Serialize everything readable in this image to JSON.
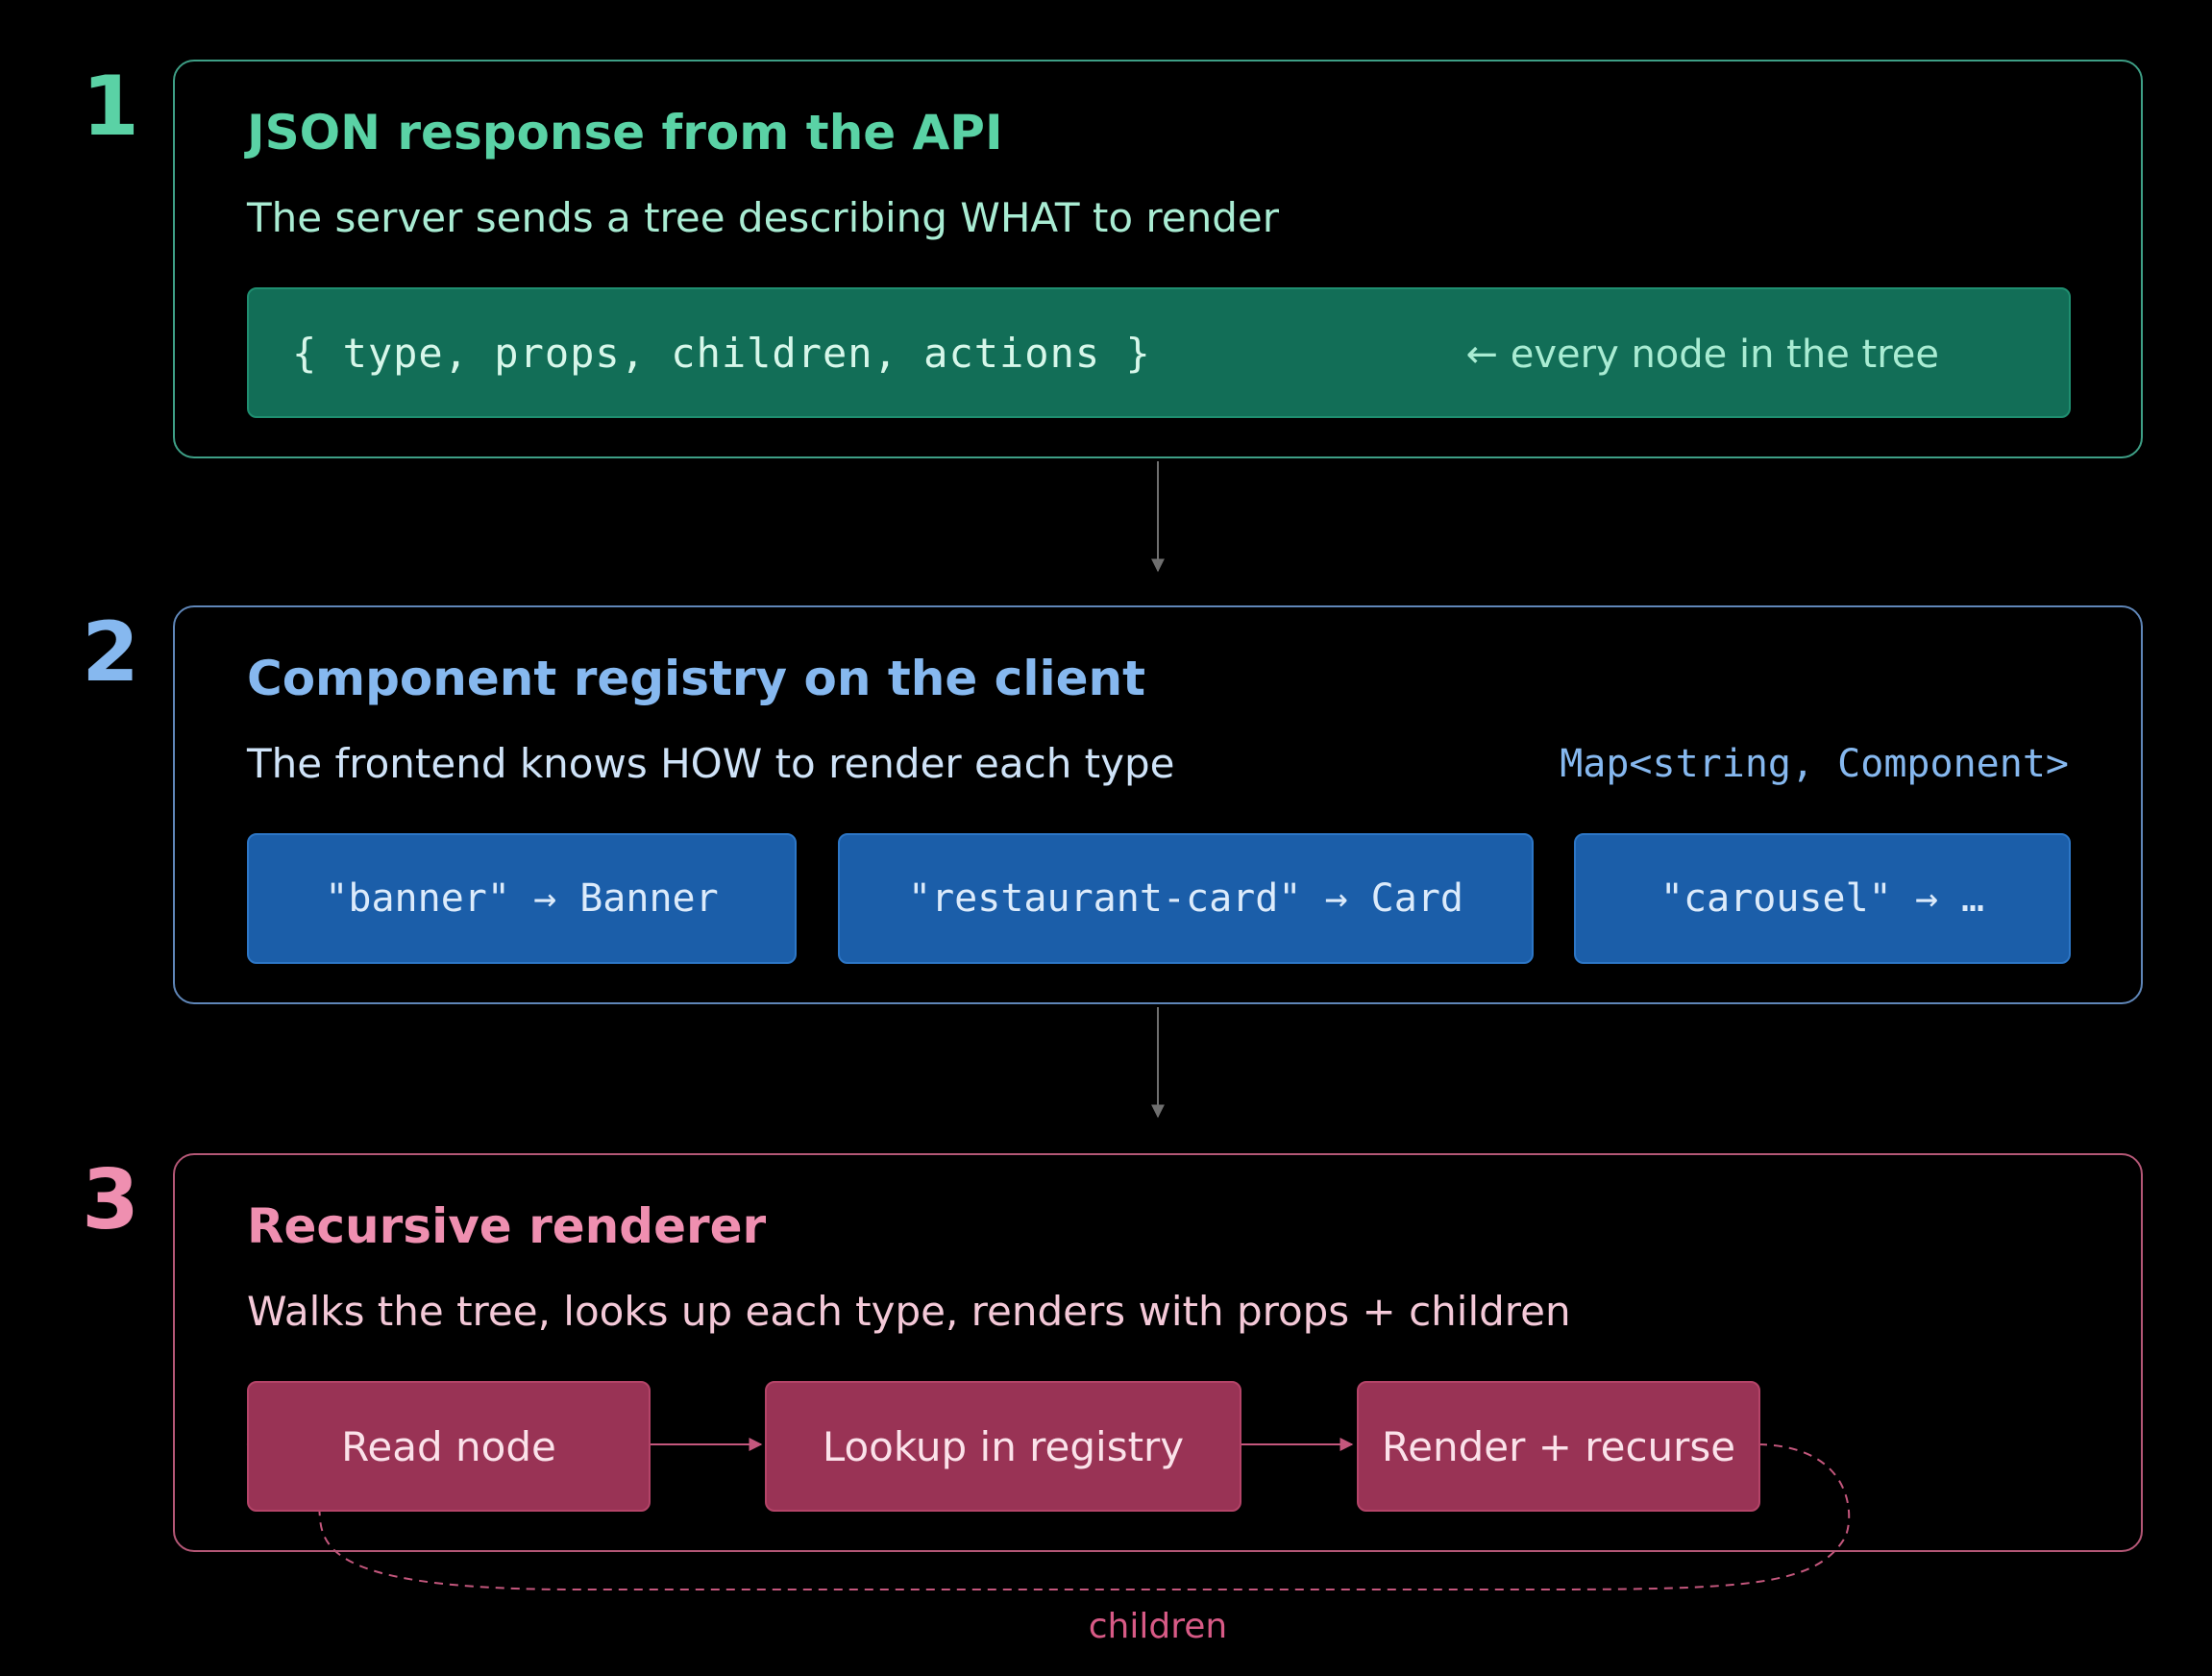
{
  "steps": [
    {
      "number": "1",
      "title": "JSON response from the API",
      "subtitle": "The server sends a tree describing WHAT to render",
      "schema": "{ type, props, children, actions }",
      "note": "← every node in the tree"
    },
    {
      "number": "2",
      "title": "Component registry on the client",
      "subtitle": "The frontend knows HOW to render each type",
      "type_signature": "Map<string, Component>",
      "mappings": [
        "\"banner\" → Banner",
        "\"restaurant-card\" → Card",
        "\"carousel\" → …"
      ]
    },
    {
      "number": "3",
      "title": "Recursive renderer",
      "subtitle": "Walks the tree, looks up each type, renders with props + children",
      "flow": [
        "Read node",
        "Lookup in registry",
        "Render + recurse"
      ],
      "loop_label": "children"
    }
  ],
  "colors": {
    "background": "#000000",
    "step1_accent": "#5ad2a5",
    "step1_fill": "#126e57",
    "step2_accent": "#86b8ef",
    "step2_fill": "#1b5ea9",
    "step3_accent": "#ef8fb0",
    "step3_fill": "#993355"
  }
}
